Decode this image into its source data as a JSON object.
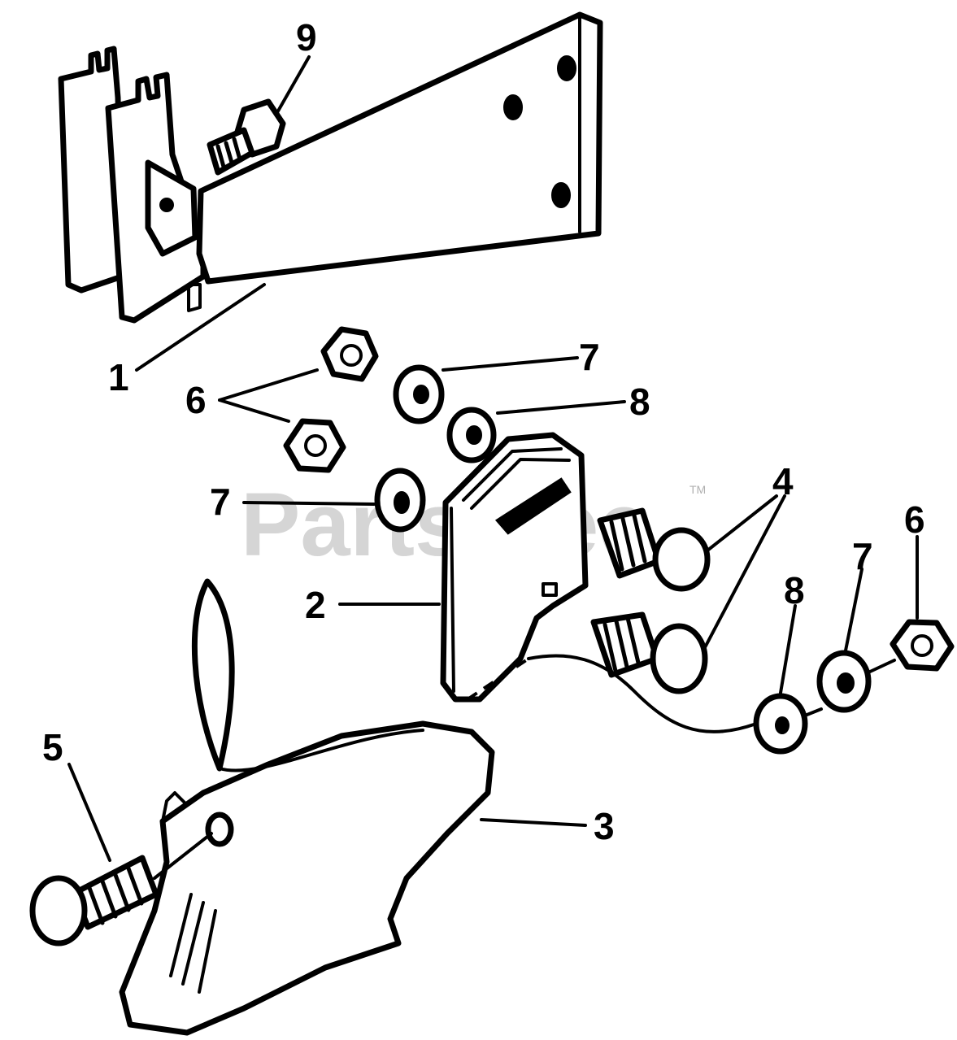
{
  "watermark": {
    "text": "PartsTree",
    "trademark": "TM"
  },
  "callouts": {
    "c1": "1",
    "c2": "2",
    "c3": "3",
    "c4": "4",
    "c5": "5",
    "c6a": "6",
    "c6b": "6",
    "c7a": "7",
    "c7b": "7",
    "c7c": "7",
    "c8a": "8",
    "c8b": "8",
    "c9": "9"
  },
  "colors": {
    "line": "#000000",
    "background": "#ffffff",
    "watermark": "#c8c8c8"
  }
}
